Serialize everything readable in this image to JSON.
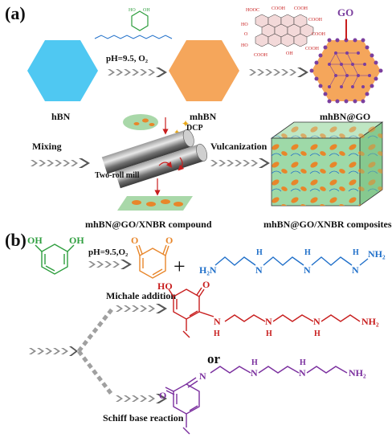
{
  "panels": {
    "a": "(a)",
    "b": "(b)"
  },
  "part_a": {
    "conditions": "pH=9.5, O₂",
    "go_tag": "GO",
    "labels": {
      "hbn": "hBN",
      "mhbn": "mhBN",
      "mhbn_go": "mhBN@GO",
      "compound": "mhBN@GO/XNBR compound",
      "composites": "mhBN@GO/XNBR composites"
    },
    "process": {
      "mixing": "Mixing",
      "dcp": "DCP",
      "two_roll_mill": "Two-roll mill",
      "vulcanization": "Vulcanization"
    },
    "go_groups": [
      "HOOC",
      "COOH",
      "COOH",
      "COOH",
      "COOH",
      "HO",
      "O",
      "HO",
      "OH",
      "COOH",
      "COOH"
    ],
    "colors": {
      "hbn": "#4FC8F2",
      "mhbn": "#F5A65B",
      "go_sheet": "#D1262A",
      "go_marker": "#7B3F9E",
      "composite": "#9ED9A8"
    }
  },
  "part_b": {
    "reagent_conditions": "pH=9.5,O₂",
    "plus": "+",
    "or": "or",
    "michale_addition": "Michale addition",
    "schiff_base_reaction": "Schiff base reaction",
    "catechol": {
      "oh1": "OH",
      "oh2": "OH"
    },
    "quinone": {
      "o1": "O",
      "o2": "O"
    },
    "amine_atoms": {
      "h2n": "H₂N",
      "nh": "N",
      "h": "H",
      "nh2": "NH₂"
    },
    "product_michael": {
      "ho": "HO",
      "o": "O",
      "n": "N",
      "h": "H",
      "nh2": "NH₂"
    },
    "product_schiff": {
      "o": "O",
      "n": "N",
      "h": "H",
      "nh2": "NH₂"
    },
    "colors": {
      "catechol": "#2E9E3E",
      "quinone": "#E8862A",
      "amine": "#1F6FC9",
      "michael": "#C81E1E",
      "schiff": "#7A2E9E"
    }
  }
}
